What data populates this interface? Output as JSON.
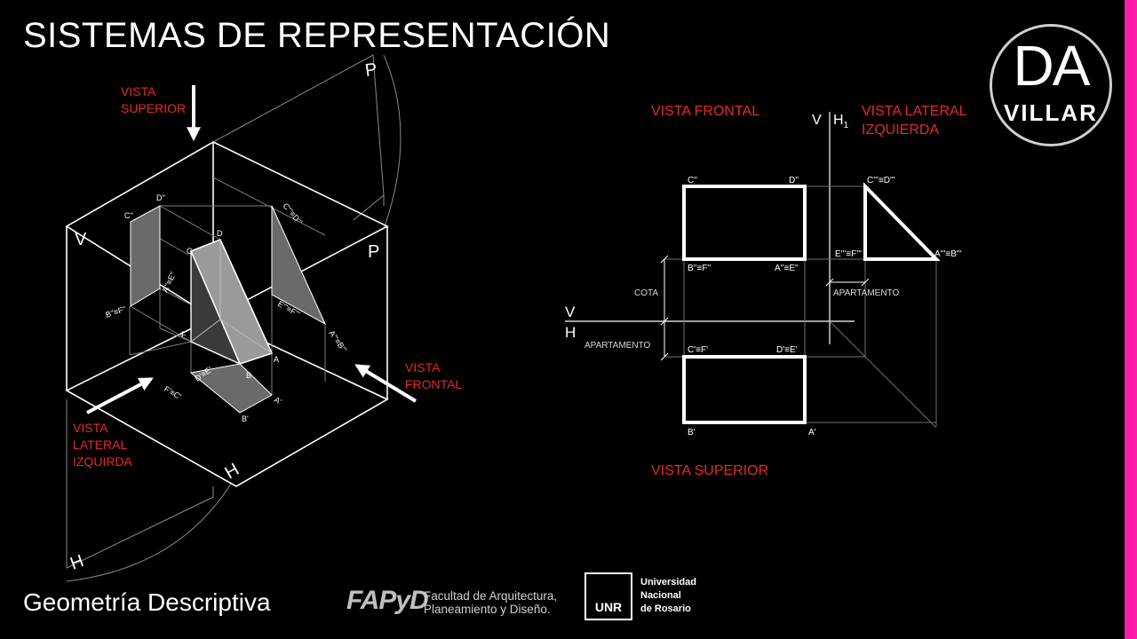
{
  "title": "SISTEMAS DE REPRESENTACIÓN",
  "logo": {
    "line1": "DA",
    "line2": "VILLAR"
  },
  "footer": {
    "subject": "Geometría Descriptiva",
    "fapyd_mark": "FAPyD",
    "fapyd_line1": "Facultad de Arquitectura,",
    "fapyd_line2": "Planeamiento y Diseño.",
    "unr_mark": "UNR",
    "unr_line1": "Universidad",
    "unr_line2": "Nacional",
    "unr_line3": "de Rosario"
  },
  "colors": {
    "accent_red": "#e32a2a",
    "side_bar": "#ff1fa6",
    "background": "#000000"
  },
  "left_diagram": {
    "plane_v": "V",
    "plane_p_top": "P",
    "plane_p": "P",
    "plane_h": "H",
    "plane_h_bottom": "H",
    "vista_superior": [
      "VISTA",
      "SUPERIOR"
    ],
    "vista_frontal": [
      "VISTA",
      "FRONTAL"
    ],
    "vista_lateral": [
      "VISTA",
      "LATERAL",
      "IZQUIRDA"
    ],
    "points": {
      "C2": "C''",
      "D2": "D''",
      "A2E2": "A''≡E''",
      "B2F2": "B''≡F''",
      "C3D3": "C'''≡D'''",
      "E3F3": "E'''≡F'''",
      "A3B3": "A'''≡B'''",
      "C": "C",
      "D": "D",
      "F": "F",
      "A": "A",
      "B": "B",
      "D1E1": "D'≡E'",
      "F1C1": "F'≡C'",
      "B1": "B'",
      "A1": "A'"
    }
  },
  "right_diagram": {
    "vista_frontal": "VISTA FRONTAL",
    "vista_lateral": [
      "VISTA LATERAL",
      "IZQUIERDA"
    ],
    "vista_superior": "VISTA SUPERIOR",
    "axis_v_top": "V",
    "axis_h1": "H",
    "axis_h1_sub": "1",
    "axis_v_left": "V",
    "axis_h_left": "H",
    "cota": "COTA",
    "apartamento_left": "APARTAMENTO",
    "apartamento_right": "APARTAMENTO",
    "points": {
      "C2": "C''",
      "D2": "D''",
      "B2F2": "B''≡F''",
      "A2E2": "A''≡E''",
      "C3D3": "C'''≡D'''",
      "E3F3": "E'''≡F'''",
      "A3B3": "A'''≡B'''",
      "C1F1": "C'≡F'",
      "D1E1": "D'≡E'",
      "B1": "B'",
      "A1": "A'"
    }
  }
}
